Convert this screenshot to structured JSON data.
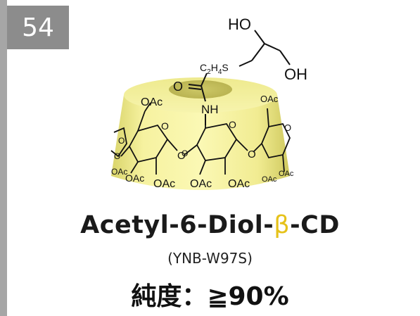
{
  "badge": {
    "number": "54"
  },
  "structure": {
    "ho_label": "HO",
    "oh_label": "OH",
    "thioether_prefix": "C",
    "thioether_sub1": "2",
    "thioether_mid": "H",
    "thioether_sub2": "4",
    "thioether_s": "S",
    "carbonyl_o": "O",
    "amide_nh": "NH",
    "oac_labels": [
      "OAc",
      "OAc",
      "OAc",
      "OAc",
      "OAc",
      "OAc",
      "OAc",
      "OAc",
      "OAc"
    ],
    "ring_o_labels": [
      "O",
      "O",
      "O",
      "O",
      "O",
      "O",
      "O",
      "O"
    ],
    "torus_color": "#f2ee8c"
  },
  "product": {
    "name_prefix": "Acetyl-6-Diol-",
    "name_beta": "β",
    "name_suffix": "-CD",
    "code": "(YNB-W97S)",
    "purity": "純度：≧90%"
  },
  "colors": {
    "accent_beta": "#e6c21a",
    "badge_bg": "#8c8c8c",
    "side_bar": "#a6a6a6"
  }
}
